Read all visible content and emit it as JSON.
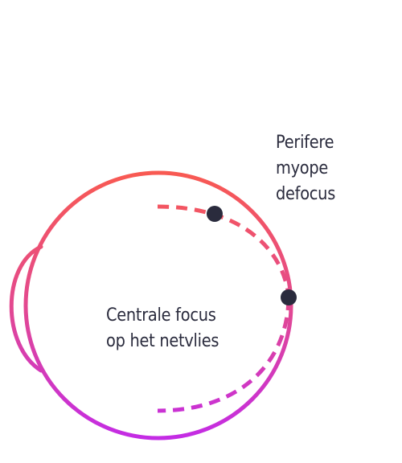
{
  "labels": {
    "peripheral": [
      "Perifere",
      "myope",
      "defocus"
    ],
    "central": [
      "Centrale focus",
      "op het netvlies"
    ]
  },
  "colors": {
    "gradient_top": "#f95a50",
    "gradient_mid": "#e3498f",
    "gradient_bottom": "#c32be6",
    "dot": "#2a2b3d",
    "text": "#2a2b3d"
  }
}
